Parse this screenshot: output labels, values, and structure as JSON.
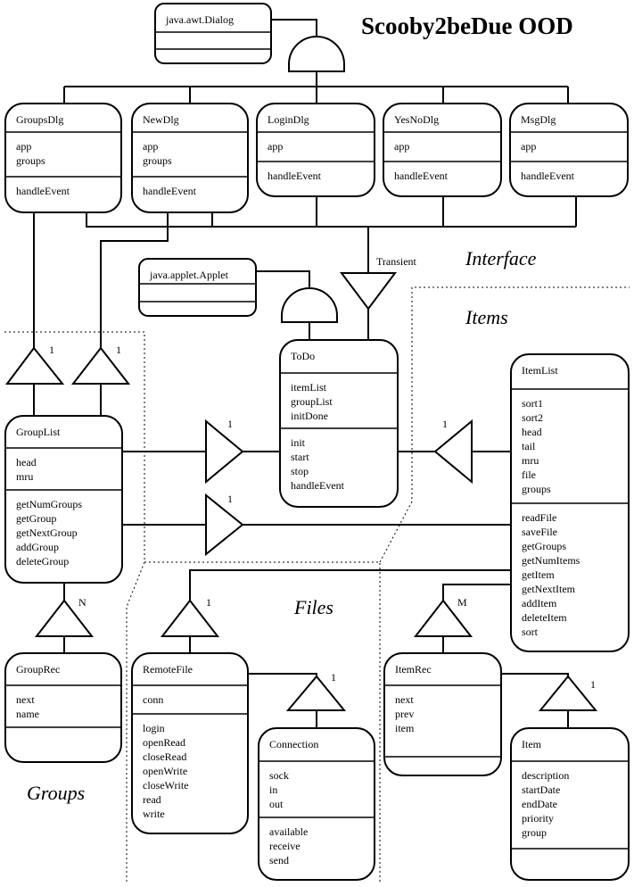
{
  "title": "Scooby2beDue OOD",
  "sections": {
    "interface": "Interface",
    "items": "Items",
    "files": "Files",
    "groups": "Groups"
  },
  "labels": {
    "transient": "Transient",
    "one": "1",
    "n": "N",
    "m": "M"
  },
  "classes": {
    "dialog": {
      "name": "java.awt.Dialog",
      "attrs": [],
      "methods": []
    },
    "applet": {
      "name": "java.applet.Applet",
      "attrs": [],
      "methods": []
    },
    "groupsdlg": {
      "name": "GroupsDlg",
      "attrs": [
        "app",
        "groups"
      ],
      "methods": [
        "handleEvent"
      ]
    },
    "newdlg": {
      "name": "NewDlg",
      "attrs": [
        "app",
        "groups"
      ],
      "methods": [
        "handleEvent"
      ]
    },
    "logindlg": {
      "name": "LoginDlg",
      "attrs": [
        "app"
      ],
      "methods": [
        "handleEvent"
      ]
    },
    "yesnodlg": {
      "name": "YesNoDlg",
      "attrs": [
        "app"
      ],
      "methods": [
        "handleEvent"
      ]
    },
    "msgdlg": {
      "name": "MsgDlg",
      "attrs": [
        "app"
      ],
      "methods": [
        "handleEvent"
      ]
    },
    "todo": {
      "name": "ToDo",
      "attrs": [
        "itemList",
        "groupList",
        "initDone"
      ],
      "methods": [
        "init",
        "start",
        "stop",
        "handleEvent"
      ]
    },
    "grouplist": {
      "name": "GroupList",
      "attrs": [
        "head",
        "mru"
      ],
      "methods": [
        "getNumGroups",
        "getGroup",
        "getNextGroup",
        "addGroup",
        "deleteGroup"
      ]
    },
    "itemlist": {
      "name": "ItemList",
      "attrs": [
        "sort1",
        "sort2",
        "head",
        "tail",
        "mru",
        "file",
        "groups"
      ],
      "methods": [
        "readFile",
        "saveFile",
        "getGroups",
        "getNumItems",
        "getItem",
        "getNextItem",
        "addItem",
        "deleteItem",
        "sort"
      ]
    },
    "grouprec": {
      "name": "GroupRec",
      "attrs": [
        "next",
        "name"
      ],
      "methods": []
    },
    "remotefile": {
      "name": "RemoteFile",
      "attrs": [
        "conn"
      ],
      "methods": [
        "login",
        "openRead",
        "closeRead",
        "openWrite",
        "closeWrite",
        "read",
        "write"
      ]
    },
    "connection": {
      "name": "Connection",
      "attrs": [
        "sock",
        "in",
        "out"
      ],
      "methods": [
        "available",
        "receive",
        "send"
      ]
    },
    "itemrec": {
      "name": "ItemRec",
      "attrs": [
        "next",
        "prev",
        "item"
      ],
      "methods": []
    },
    "item": {
      "name": "Item",
      "attrs": [
        "description",
        "startDate",
        "endDate",
        "priority",
        "group"
      ],
      "methods": []
    }
  }
}
